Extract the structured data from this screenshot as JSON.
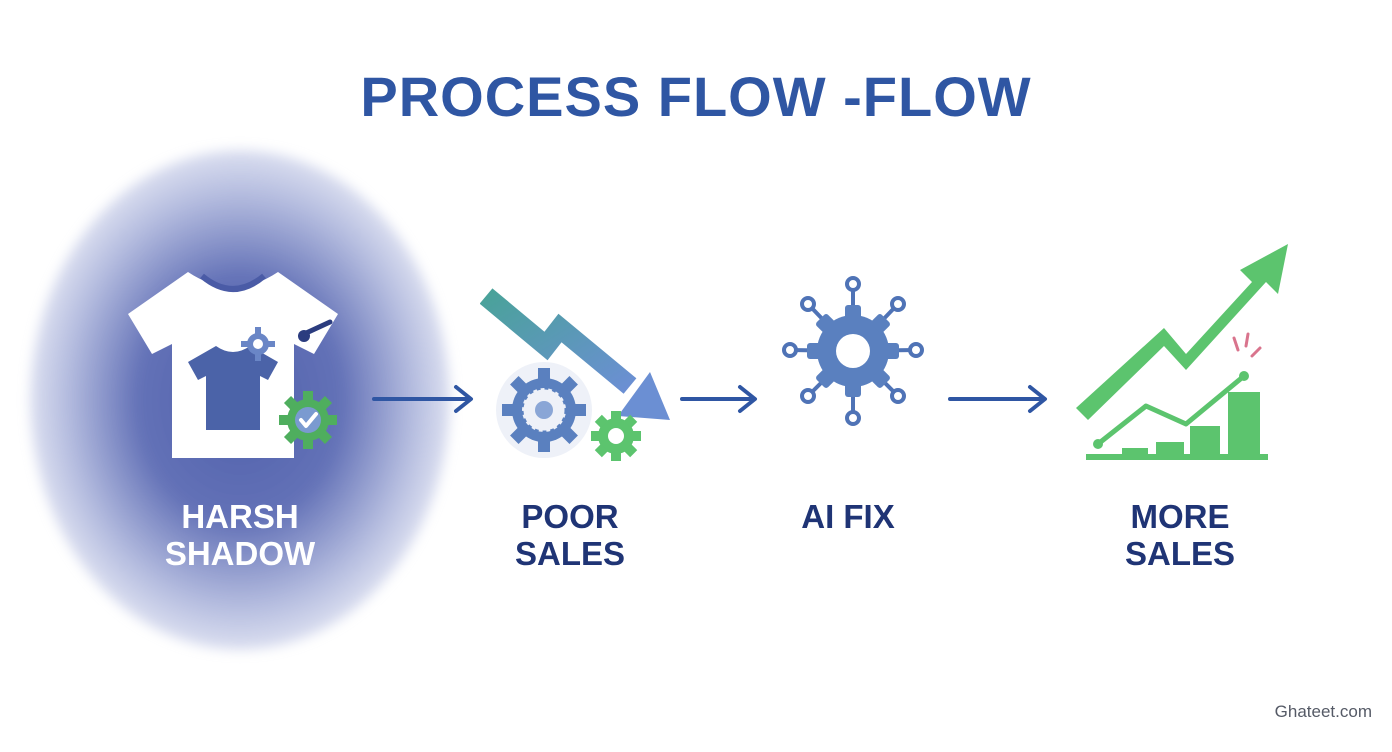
{
  "title": "PROCESS FLOW -FLOW",
  "steps": [
    {
      "line1": "HARSH",
      "line2": "SHADOW",
      "icon": "tshirt-icon"
    },
    {
      "line1": "POOR",
      "line2": "SALES",
      "icon": "falling-arrow-gear-icon"
    },
    {
      "line1": "AI FIX",
      "line2": "",
      "icon": "ai-hub-icon"
    },
    {
      "line1": "MORE",
      "line2": "SALES",
      "icon": "growth-chart-icon"
    }
  ],
  "watermark": "Ghateet.com",
  "colors": {
    "title": "#2f56a3",
    "label": "#1f3475",
    "arrow": "#2f56a3",
    "green": "#5cc46e",
    "blue_icon": "#5a80bf"
  }
}
